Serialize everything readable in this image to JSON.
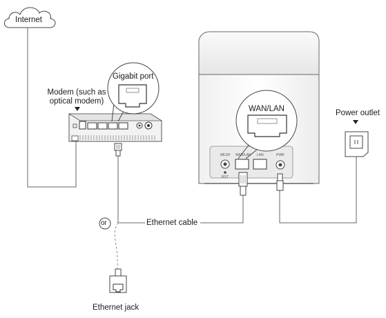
{
  "labels": {
    "internet": "Internet",
    "modem_line1": "Modem (such as",
    "modem_line2": "optical modem)",
    "gigabit_port": "Gigabit port",
    "wan_lan": "WAN/LAN",
    "power_outlet": "Power outlet",
    "ethernet_cable": "Ethernet cable",
    "or": "or",
    "ethernet_jack": "Ethernet jack"
  },
  "router_ports": {
    "mesh": "MESH",
    "rst": "RST",
    "wan_lan": "WAN/LAN",
    "lan": "LAN",
    "pwr": "PWR"
  }
}
